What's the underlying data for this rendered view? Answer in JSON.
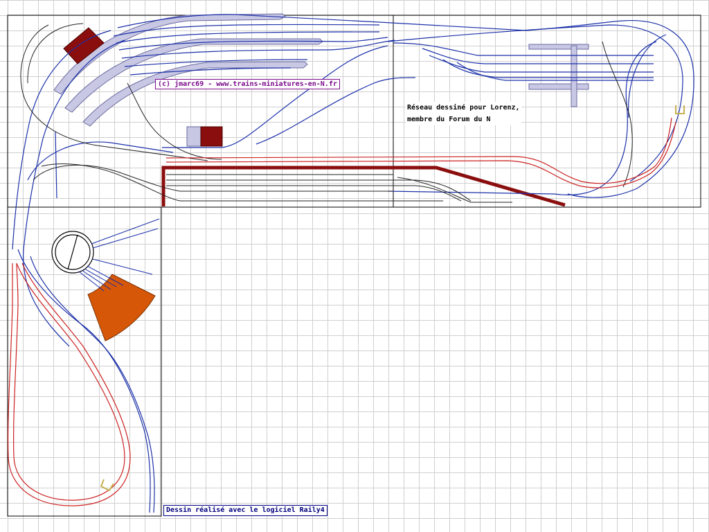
{
  "labels": {
    "copyright": "(c) jmarc69 - www.trains-miniatures-en-N.fr",
    "note_line1": "Réseau dessiné pour Lorenz,",
    "note_line2": "membre du Forum du N",
    "credit": "Dessin réalisé avec le logiciel Raily4"
  },
  "colors": {
    "board_outline": "#000000",
    "track_main": "#1a2fa8",
    "track_secondary": "#222222",
    "track_red": "#cc2020",
    "platform_fill": "#c8c8e4",
    "platform_stroke": "#6a6aa0",
    "building_red": "#8b0e0e",
    "roundhouse": "#d65708",
    "buffer": "#c8b050"
  }
}
